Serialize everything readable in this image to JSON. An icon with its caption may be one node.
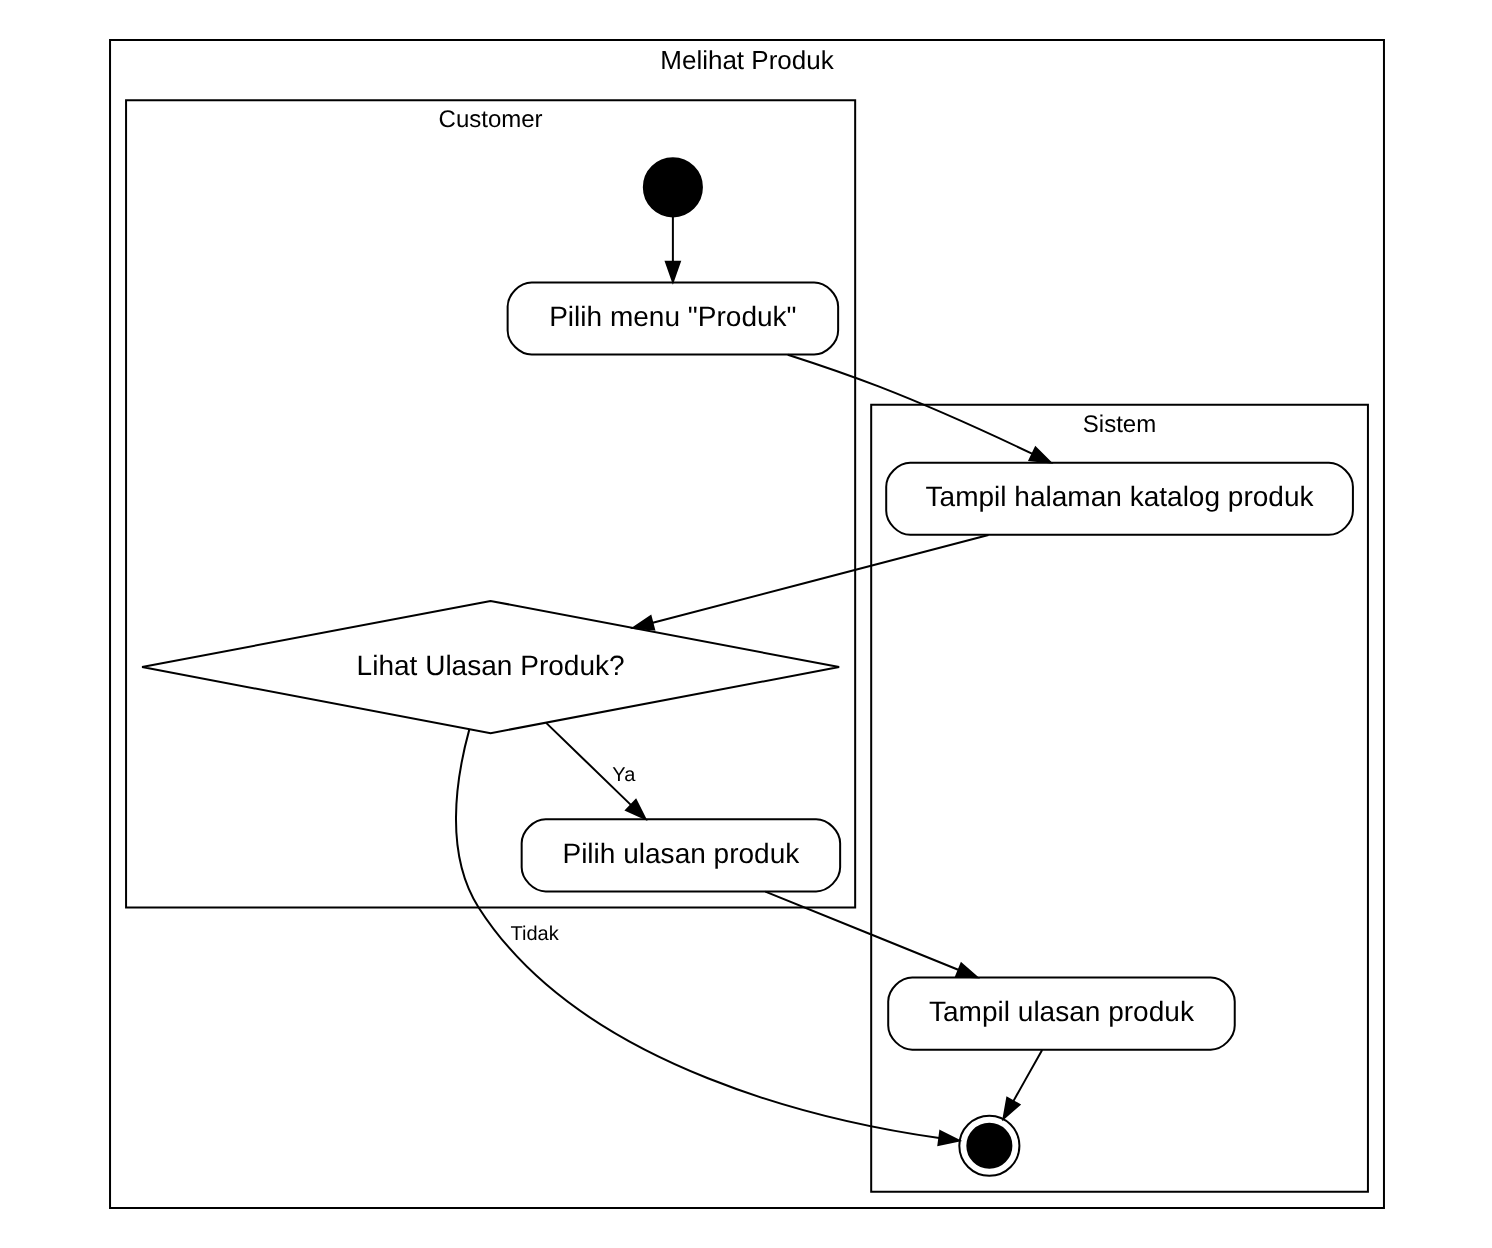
{
  "diagram": {
    "nodes": [
      {
        "text": [
          "Melihat Produk"
        ]
      },
      {
        "text": [
          "Customer"
        ],
        "in": 0
      },
      {
        "text": [
          "Sistem"
        ],
        "in": 0
      },
      {
        "text": [],
        "shape": "circle",
        "in": 1
      },
      {
        "text": [
          "Pilih menu \"Produk\""
        ],
        "in": 1
      },
      {
        "text": [
          "Tampil halaman katalog produk"
        ],
        "in": 2
      },
      {
        "text": [
          "Lihat Ulasan Produk?"
        ],
        "in": 1
      },
      {
        "text": [
          "Pilih ulasan produk"
        ],
        "in": 1
      },
      {
        "text": [
          "Tampil ulasan produk"
        ],
        "in": 2
      },
      {
        "text": [],
        "shape": "circle",
        "in": 2
      }
    ],
    "edges": [
      {
        "from": 3,
        "to": 4,
        "arrow": "to"
      },
      {
        "from": 4,
        "to": 5,
        "arrow": "to"
      },
      {
        "from": 5,
        "to": 6,
        "arrow": "to"
      },
      {
        "from": 6,
        "to": 7,
        "arrow": "to",
        "label": "Ya"
      },
      {
        "from": 6,
        "to": 9,
        "arrow": "to",
        "label": "Tidak"
      },
      {
        "from": 7,
        "to": 8,
        "arrow": "to"
      },
      {
        "from": 8,
        "to": 9,
        "arrow": "to"
      }
    ]
  }
}
